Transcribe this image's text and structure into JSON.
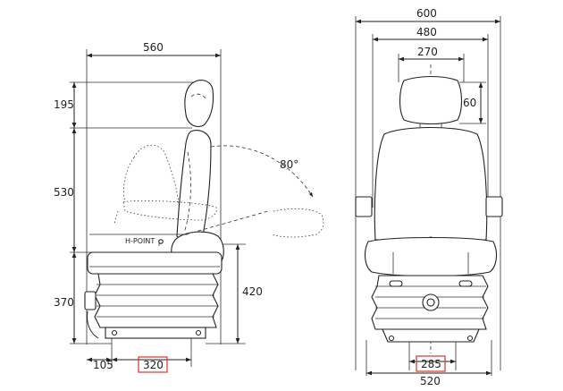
{
  "side_view": {
    "dims": {
      "overall_width": "560",
      "headrest_height": "195",
      "backrest_height": "530",
      "base_height": "370",
      "seat_height": "420",
      "front_offset": "105",
      "base_depth": "320",
      "recline_angle": "80°"
    },
    "h_point_label": "H-POINT"
  },
  "front_view": {
    "dims": {
      "overall_width": "600",
      "armrest_width": "480",
      "headrest_width": "270",
      "headrest_height": "60",
      "base_width": "285",
      "footprint_width": "520"
    }
  },
  "highlighted": [
    "320",
    "285"
  ],
  "colors": {
    "line": "#222222",
    "highlight": "#d9342b"
  }
}
